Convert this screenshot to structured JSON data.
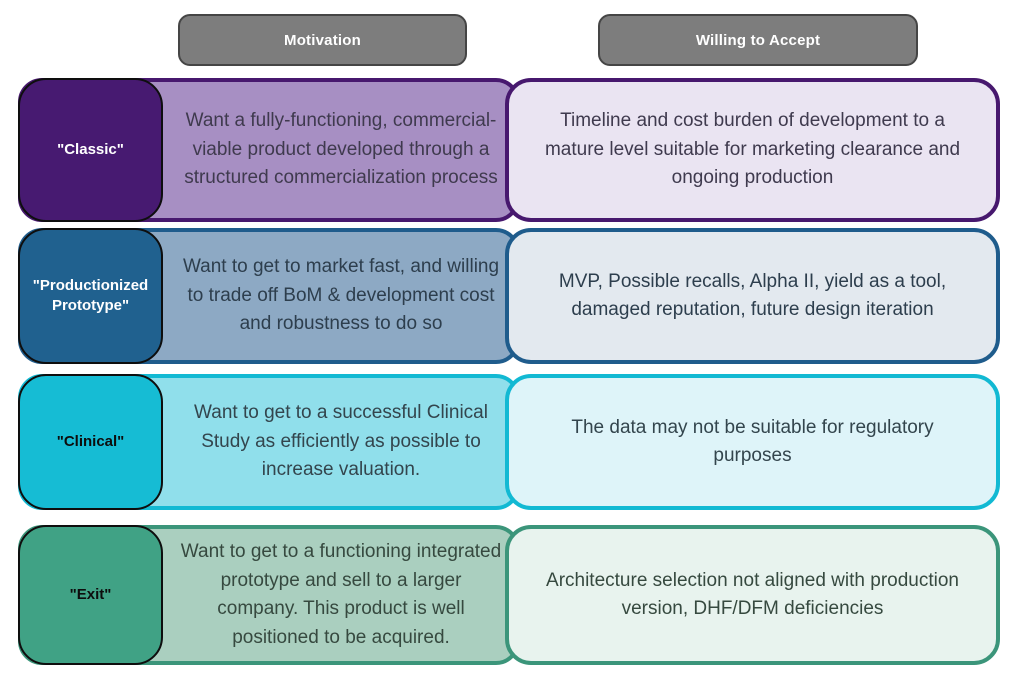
{
  "header": {
    "pill_bg": "#7d7d7d",
    "pill_text_color": "#ffffff",
    "columns": [
      {
        "label": "Motivation"
      },
      {
        "label": "Willing to Accept"
      }
    ]
  },
  "rows": [
    {
      "label": "\"Classic\"",
      "motivation": "Want a fully-functioning, commercial-viable product developed through a structured commercialization process",
      "willing_to_accept": "Timeline and cost burden of development to a mature level suitable for marketing clearance and ongoing production",
      "colors": {
        "label_bg": "#471a71",
        "label_text": "#ffffff",
        "border": "#47186e",
        "motivation_bg": "#a78fc3",
        "accept_bg": "#eae4f2",
        "text": "#3f3a4e"
      }
    },
    {
      "label": "\"Productionized Prototype\"",
      "motivation": "Want to get to market fast, and willing to trade off BoM & development cost and robustness to do so",
      "willing_to_accept": "MVP, Possible recalls, Alpha II, yield as a tool, damaged reputation, future design iteration",
      "colors": {
        "label_bg": "#20618f",
        "label_text": "#ffffff",
        "border": "#1f5c8c",
        "motivation_bg": "#8da9c4",
        "accept_bg": "#e3e9ef",
        "text": "#2d3e4d"
      }
    },
    {
      "label": "\"Clinical\"",
      "motivation": "Want to get to a successful Clinical Study as efficiently as possible to increase valuation.",
      "willing_to_accept": "The data may not be suitable for regulatory purposes",
      "colors": {
        "label_bg": "#16bcd4",
        "label_text": "#0d0d0d",
        "border": "#12b9d3",
        "motivation_bg": "#90dfeb",
        "accept_bg": "#def4f9",
        "text": "#33454d"
      }
    },
    {
      "label": "\"Exit\"",
      "motivation": "Want to get to a functioning integrated prototype and sell to a larger company. This product is well positioned to be acquired.",
      "willing_to_accept": "Architecture selection not aligned with production version, DHF/DFM deficiencies",
      "colors": {
        "label_bg": "#40a285",
        "label_text": "#0d0d0d",
        "border": "#3b957a",
        "motivation_bg": "#aacfbf",
        "accept_bg": "#e8f3ee",
        "text": "#36493f"
      }
    }
  ]
}
